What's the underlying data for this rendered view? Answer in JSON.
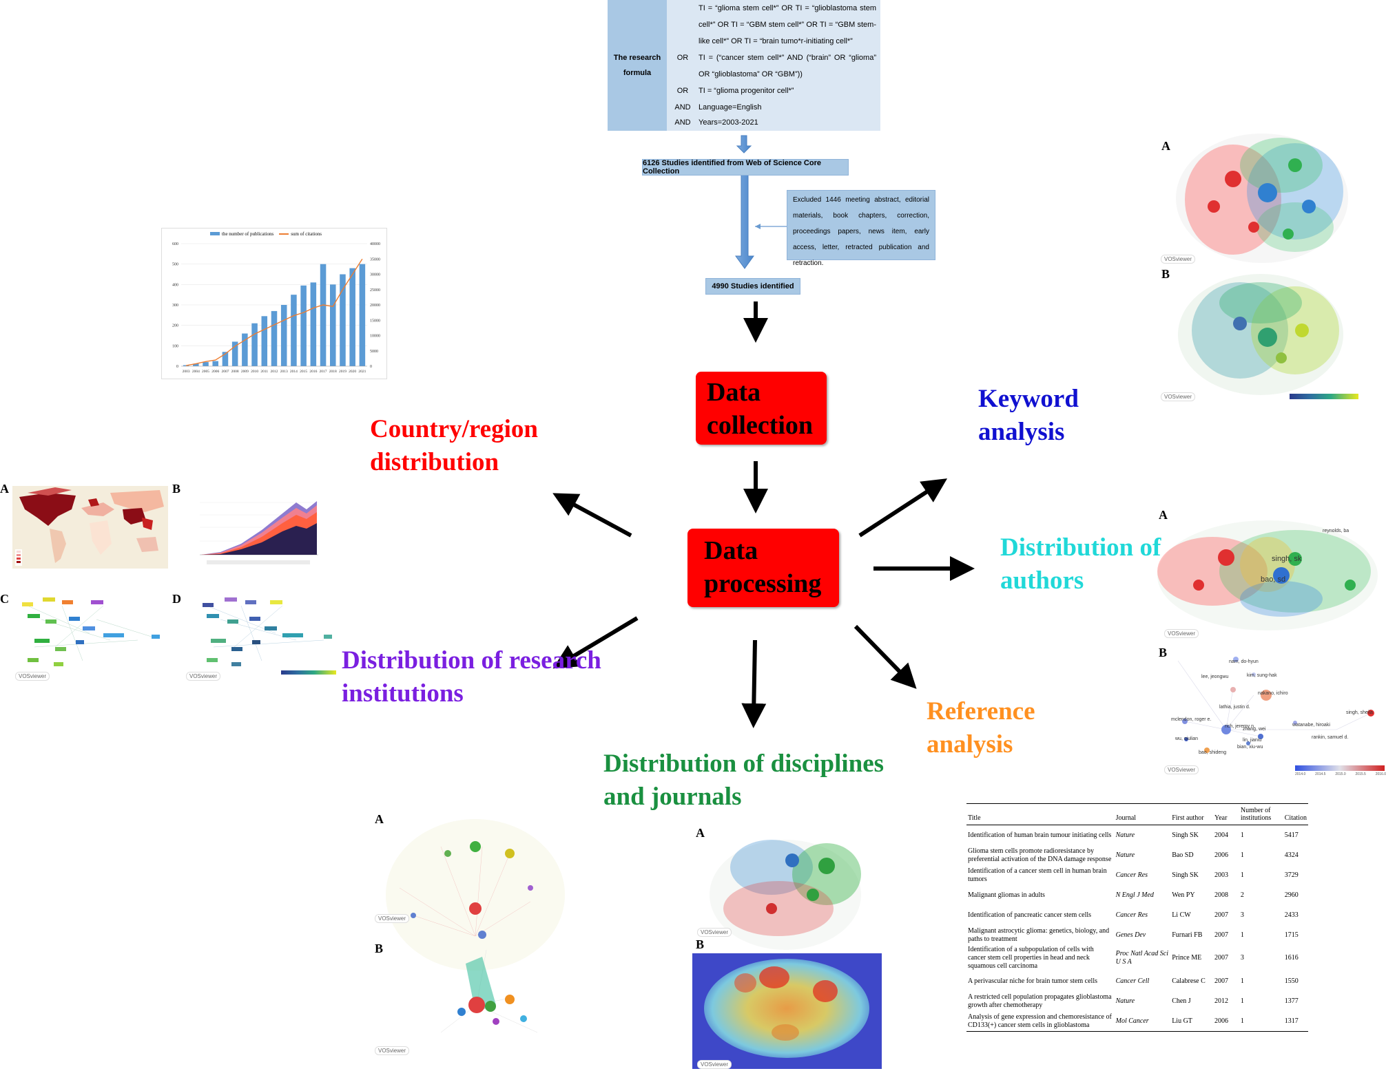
{
  "formula": {
    "label": "The research formula",
    "rows": [
      {
        "op": "",
        "text": "TI = “glioma stem cell*” OR TI = “glioblastoma stem cell*” OR TI = “GBM stem cell*” OR TI = “GBM stem-like cell*” OR TI = “brain tumo*r-initiating cell*”"
      },
      {
        "op": "OR",
        "text": "TI = (“cancer stem cell*” AND (“brain” OR “glioma” OR “glioblastoma” OR “GBM”))"
      },
      {
        "op": "OR",
        "text": "TI = “glioma progenitor cell*”"
      },
      {
        "op": "AND",
        "text": "Language=English"
      },
      {
        "op": "AND",
        "text": "Years=2003-2021"
      }
    ]
  },
  "flow": {
    "identified": "6126 Studies identified from Web of Science Core Collection",
    "excluded": "Excluded 1446 meeting abstract, editorial materials, book chapters, correction, proceedings papers, news item, early access, letter, retracted publication and retraction.",
    "final": "4990 Studies identified"
  },
  "boxes": {
    "collection": "Data collection",
    "processing": "Data processing"
  },
  "categories": {
    "country": "Country/region distribution",
    "keyword": "Keyword analysis",
    "authors": "Distribution of authors",
    "institutions": "Distribution of research institutions",
    "reference": "Reference analysis",
    "journals": "Distribution of disciplines and journals"
  },
  "colors": {
    "country": "#ff0000",
    "keyword": "#1010d0",
    "authors": "#20d8d8",
    "institutions": "#7a1fe0",
    "reference": "#ff9020",
    "journals": "#1a9040",
    "box": "#ff0000"
  },
  "panel_letters": {
    "a": "A",
    "b": "B",
    "c": "C",
    "d": "D"
  },
  "vos_label": "VOSviewer",
  "pub_chart": {
    "legend_pubs": "the number of publications",
    "legend_cites": "sum of citations"
  },
  "chart_data": {
    "type": "bar",
    "categories": [
      "2003",
      "2004",
      "2005",
      "2006",
      "2007",
      "2008",
      "2009",
      "2010",
      "2011",
      "2012",
      "2013",
      "2014",
      "2015",
      "2016",
      "2017",
      "2018",
      "2019",
      "2020",
      "2021"
    ],
    "series": [
      {
        "name": "the number of publications",
        "type": "bar",
        "axis": "left",
        "values": [
          5,
          12,
          20,
          25,
          70,
          120,
          160,
          210,
          245,
          270,
          300,
          350,
          395,
          410,
          500,
          400,
          450,
          480,
          500
        ]
      },
      {
        "name": "sum of citations",
        "type": "line",
        "axis": "right",
        "values": [
          200,
          800,
          1500,
          2000,
          4000,
          6500,
          8500,
          10500,
          12000,
          13500,
          15000,
          16500,
          17500,
          19000,
          20000,
          19500,
          25000,
          30000,
          35000
        ]
      }
    ],
    "ylim_left": [
      0,
      600
    ],
    "ylim_right": [
      0,
      40000
    ],
    "yticks_left": [
      0,
      100,
      200,
      300,
      400,
      500,
      600
    ],
    "yticks_right": [
      0,
      5000,
      10000,
      15000,
      20000,
      25000,
      30000,
      35000,
      40000
    ]
  },
  "ref_table": {
    "headers": [
      "Title",
      "Journal",
      "First author",
      "Year",
      "Number of institutions",
      "Citation"
    ],
    "rows": [
      [
        "Identification of human brain tumour initiating cells",
        "Nature",
        "Singh SK",
        "2004",
        "1",
        "5417"
      ],
      [
        "Glioma stem cells promote radioresistance by preferential activation of the DNA damage response",
        "Nature",
        "Bao SD",
        "2006",
        "1",
        "4324"
      ],
      [
        "Identification of a cancer stem cell in human brain tumors",
        "Cancer Res",
        "Singh SK",
        "2003",
        "1",
        "3729"
      ],
      [
        "Malignant gliomas in adults",
        "N Engl J Med",
        "Wen PY",
        "2008",
        "2",
        "2960"
      ],
      [
        "Identification of pancreatic cancer stem cells",
        "Cancer Res",
        "Li CW",
        "2007",
        "3",
        "2433"
      ],
      [
        "Malignant astrocytic glioma: genetics, biology, and paths to treatment",
        "Genes Dev",
        "Furnari FB",
        "2007",
        "1",
        "1715"
      ],
      [
        "Identification of a subpopulation of cells with cancer stem cell properties in head and neck squamous cell carcinoma",
        "Proc Natl Acad Sci U S A",
        "Prince ME",
        "2007",
        "3",
        "1616"
      ],
      [
        "A perivascular niche for brain tumor stem cells",
        "Cancer Cell",
        "Calabrese C",
        "2007",
        "1",
        "1550"
      ],
      [
        "A restricted cell population propagates glioblastoma growth after chemotherapy",
        "Nature",
        "Chen J",
        "2012",
        "1",
        "1377"
      ],
      [
        "Analysis of gene expression and chemoresistance of CD133(+) cancer stem cells in glioblastoma",
        "Mol Cancer",
        "Liu GT",
        "2006",
        "1",
        "1317"
      ]
    ]
  },
  "author_labels": {
    "b_nodes": [
      "nam, do-hyun",
      "lee, jeongwu",
      "kim, sung-hak",
      "nakano, ichiro",
      "lathia, justin d.",
      "mclendon, roger e.",
      "rich, jeremy n.",
      "wu, qiulian",
      "zhang, wei",
      "bao, shideng",
      "lin, jianiu",
      "bian, xiu-wu",
      "singh, sheila",
      "watanabe, hiroaki",
      "rankin, samuel d."
    ],
    "a_nodes": [
      "singh, sk",
      "bao, sd",
      "reynolds, ba"
    ]
  },
  "timeline_ticks": [
    "2014.0",
    "2014.5",
    "2015.0",
    "2015.5",
    "2016.0"
  ]
}
